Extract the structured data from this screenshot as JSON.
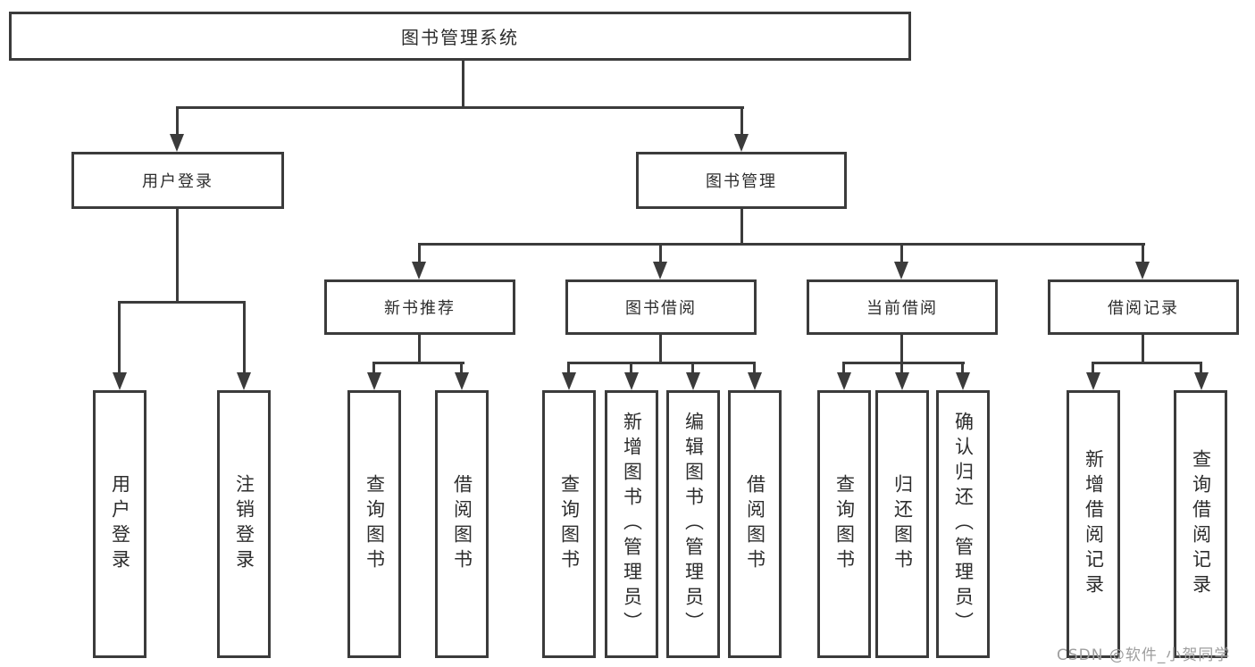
{
  "diagram": {
    "title": "图书管理系统",
    "watermark": "CSDN @软件_小贺同学",
    "colors": {
      "line": "#3b3b3b",
      "text": "#2d2d2d",
      "box_background": "#ffffff",
      "watermark": "#9e9e9e"
    },
    "tree": {
      "label": "图书管理系统",
      "children": [
        {
          "label": "用户登录",
          "children": [
            {
              "label": "用户登录"
            },
            {
              "label": "注销登录"
            }
          ]
        },
        {
          "label": "图书管理",
          "children": [
            {
              "label": "新书推荐",
              "children": [
                {
                  "label": "查询图书"
                },
                {
                  "label": "借阅图书"
                }
              ]
            },
            {
              "label": "图书借阅",
              "children": [
                {
                  "label": "查询图书"
                },
                {
                  "label": "新增图书（管理员）"
                },
                {
                  "label": "编辑图书（管理员）"
                },
                {
                  "label": "借阅图书"
                }
              ]
            },
            {
              "label": "当前借阅",
              "children": [
                {
                  "label": "查询图书"
                },
                {
                  "label": "归还图书"
                },
                {
                  "label": "确认归还（管理员）"
                }
              ]
            },
            {
              "label": "借阅记录",
              "children": [
                {
                  "label": "新增借阅记录"
                },
                {
                  "label": "查询借阅记录"
                }
              ]
            }
          ]
        }
      ]
    }
  }
}
